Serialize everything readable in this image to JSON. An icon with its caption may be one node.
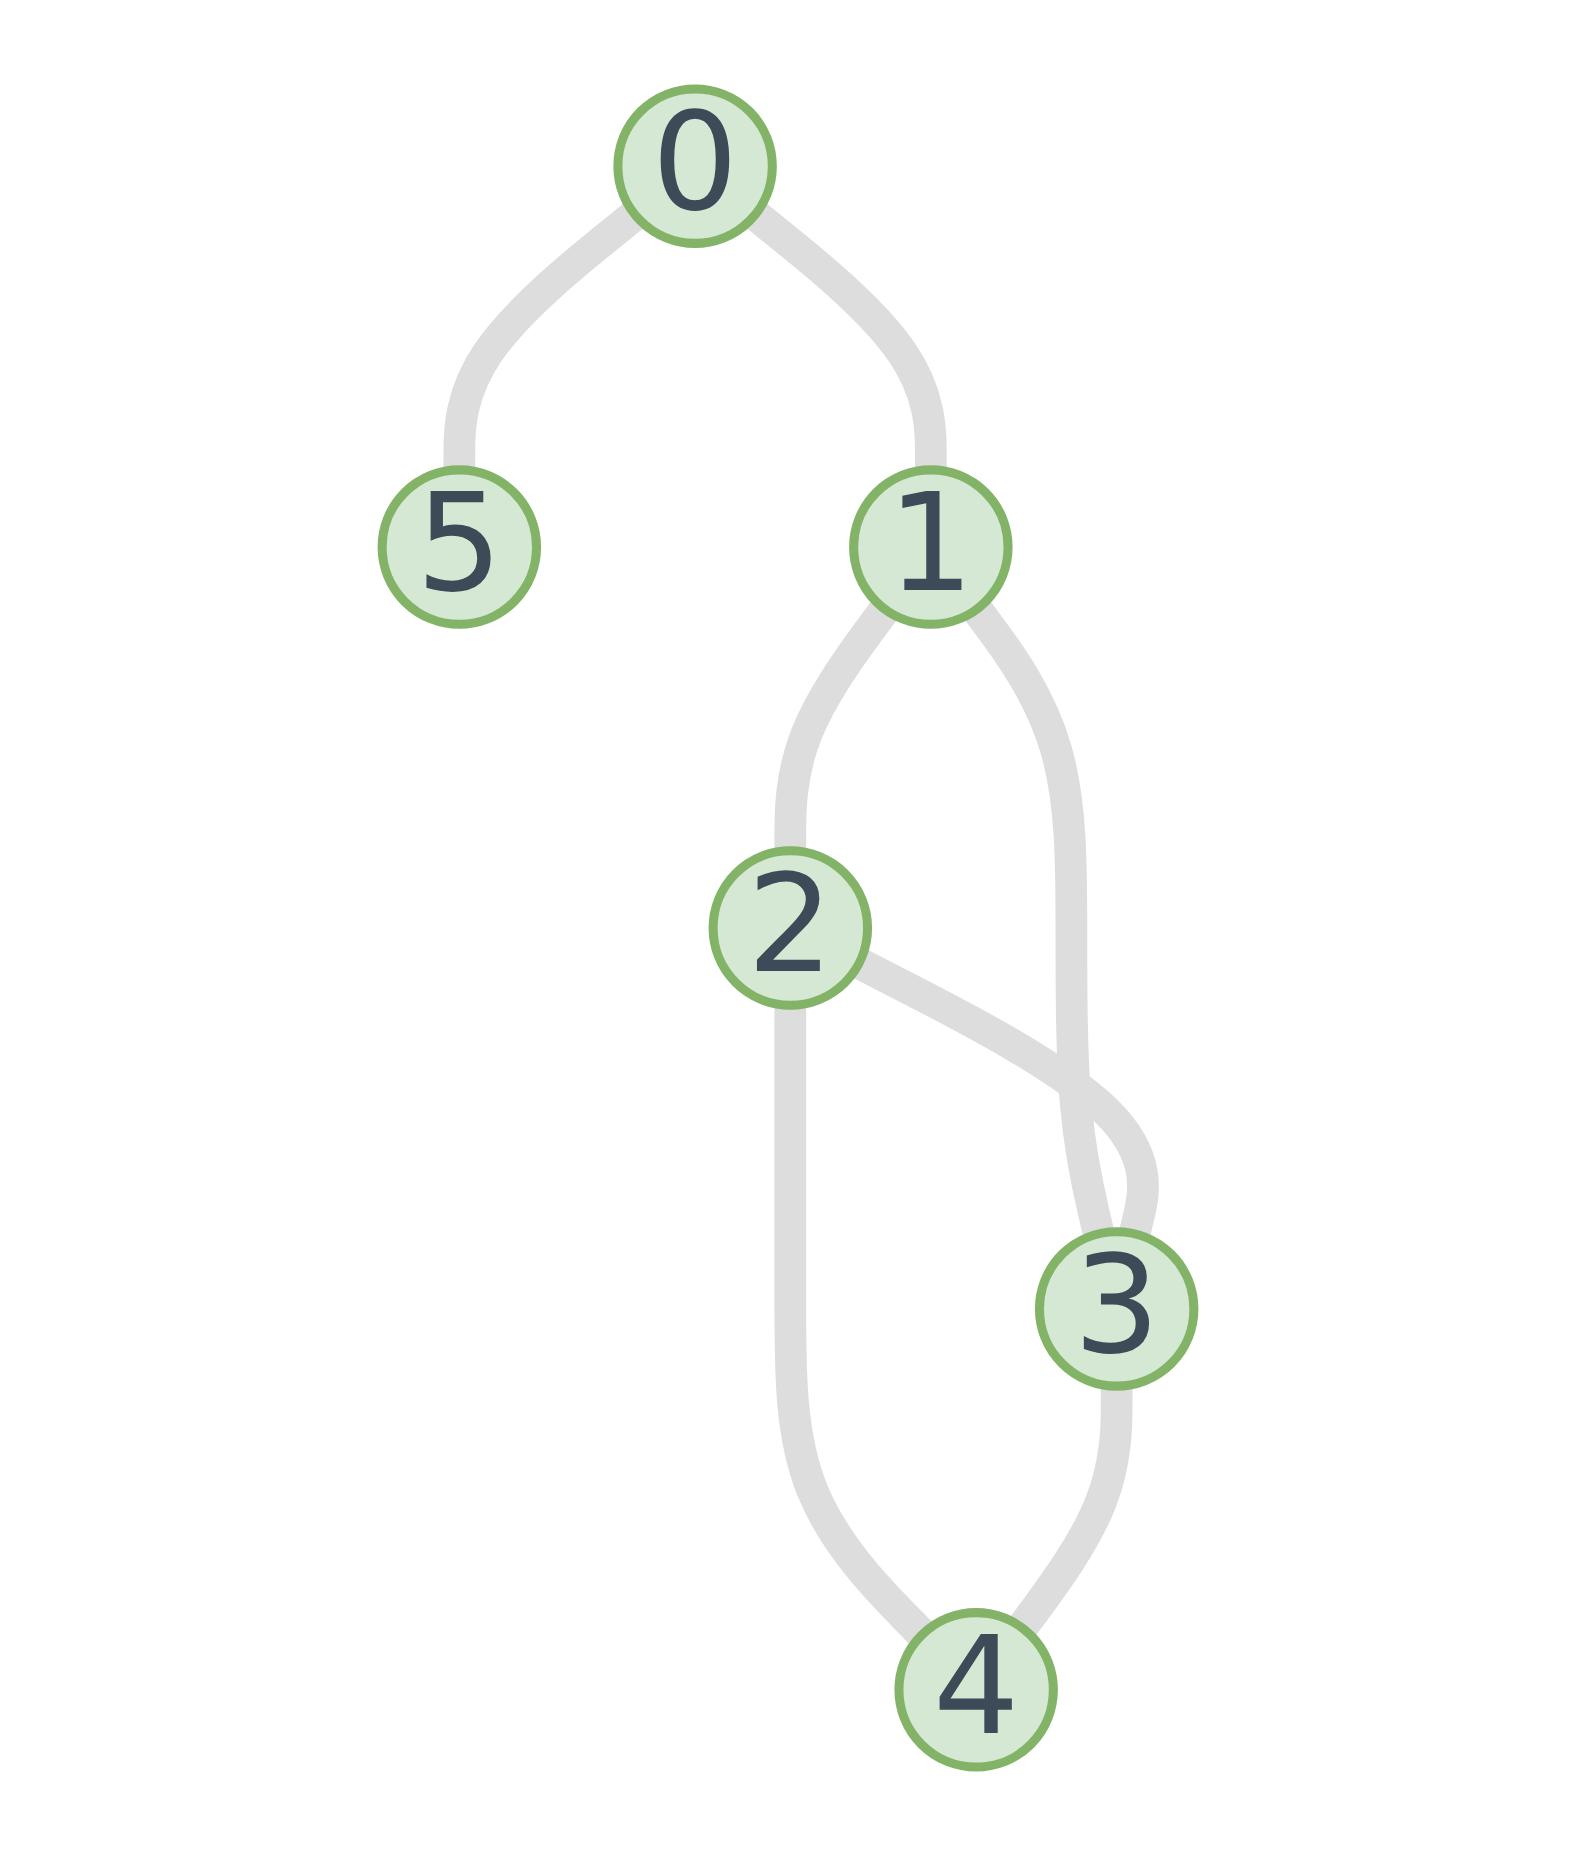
{
  "diagram": {
    "nodes": [
      {
        "text": [
          "0"
        ]
      },
      {
        "text": [
          "5"
        ]
      },
      {
        "text": [
          "1"
        ]
      },
      {
        "text": [
          "2"
        ]
      },
      {
        "text": [
          "3"
        ]
      },
      {
        "text": [
          "4"
        ]
      }
    ],
    "edges": [
      {
        "from": 0,
        "to": 1,
        "arrow": "none"
      },
      {
        "from": 0,
        "to": 2,
        "arrow": "none"
      },
      {
        "from": 2,
        "to": 3,
        "arrow": "none"
      },
      {
        "from": 2,
        "to": 4,
        "arrow": "none"
      },
      {
        "from": 3,
        "to": 4,
        "arrow": "none"
      },
      {
        "from": 3,
        "to": 5,
        "arrow": "none"
      },
      {
        "from": 4,
        "to": 5,
        "arrow": "none"
      }
    ]
  }
}
